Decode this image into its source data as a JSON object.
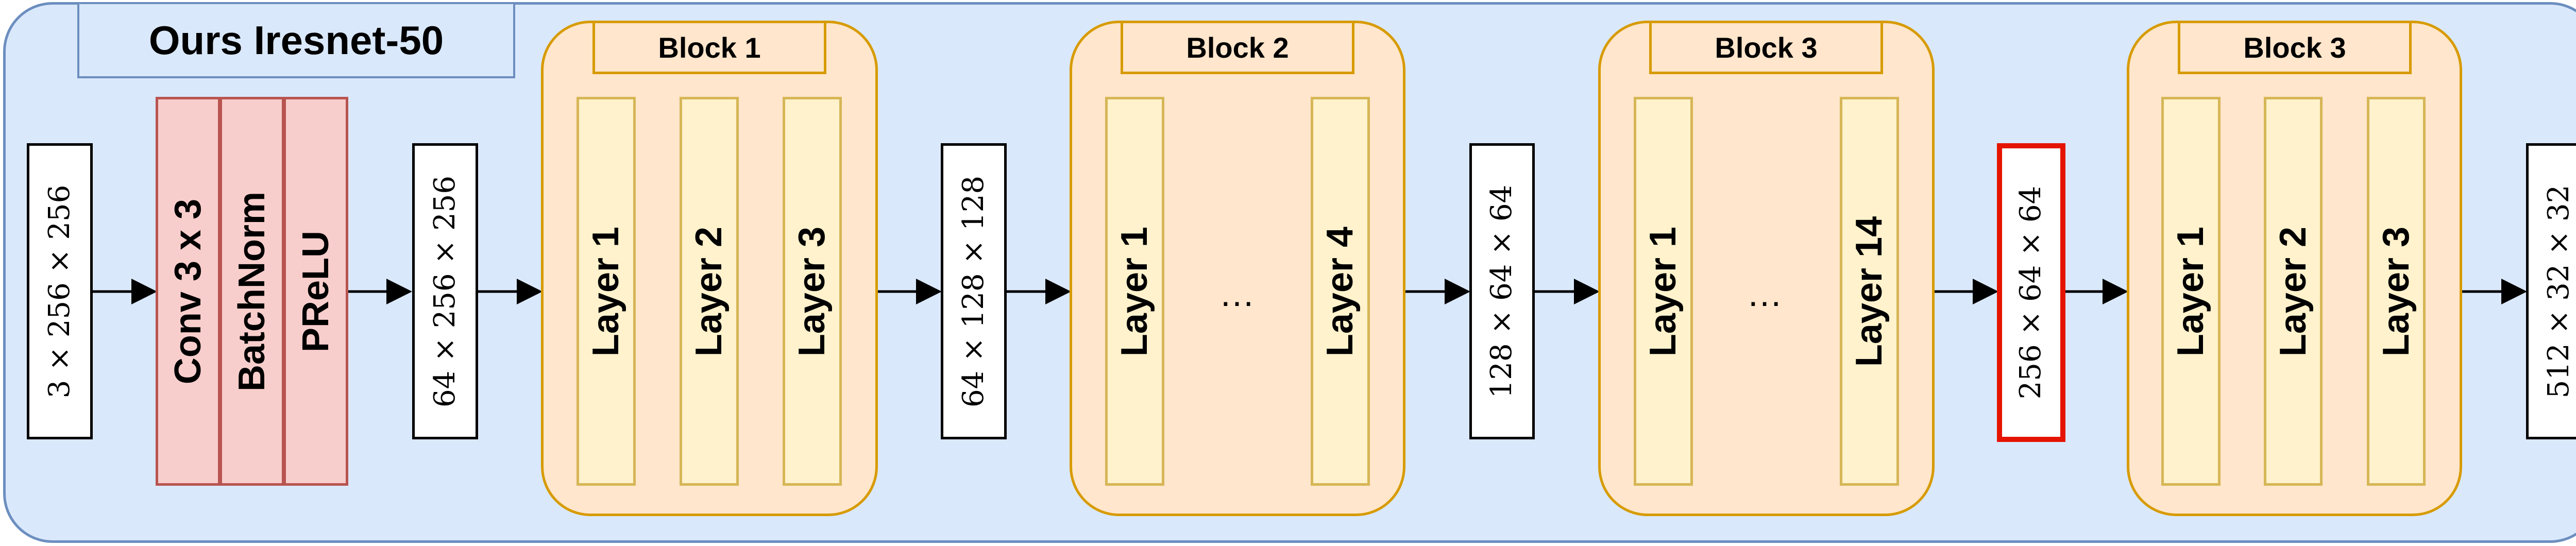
{
  "title": "Ours Iresnet-50",
  "tensors": {
    "input": "3 × 256 × 256",
    "after_stem": "64 × 256 × 256",
    "after_block1": "64 × 128 × 128",
    "after_block2": "128 × 64 × 64",
    "after_block3": "256 × 64 × 64",
    "output": "512 × 32 × 32"
  },
  "stem": [
    "Conv 3 x 3",
    "BatchNorm",
    "PReLU"
  ],
  "blocks": [
    {
      "title": "Block 1",
      "layers": [
        "Layer 1",
        "Layer 2",
        "Layer 3"
      ]
    },
    {
      "title": "Block 2",
      "layers": [
        "Layer 1",
        "…",
        "Layer 4"
      ]
    },
    {
      "title": "Block 3",
      "layers": [
        "Layer 1",
        "…",
        "Layer 14"
      ]
    },
    {
      "title": "Block 3",
      "layers": [
        "Layer 1",
        "Layer 2",
        "Layer 3"
      ]
    }
  ],
  "colors": {
    "panel_fill": "#dae8fc",
    "panel_border": "#6c8ebf",
    "stem_fill": "#f8cecc",
    "stem_border": "#b85450",
    "block_fill": "#ffe6cc",
    "block_border": "#d79b00",
    "layer_fill": "#fff2cc",
    "layer_border": "#d6b656",
    "highlight_border": "#e51400"
  }
}
